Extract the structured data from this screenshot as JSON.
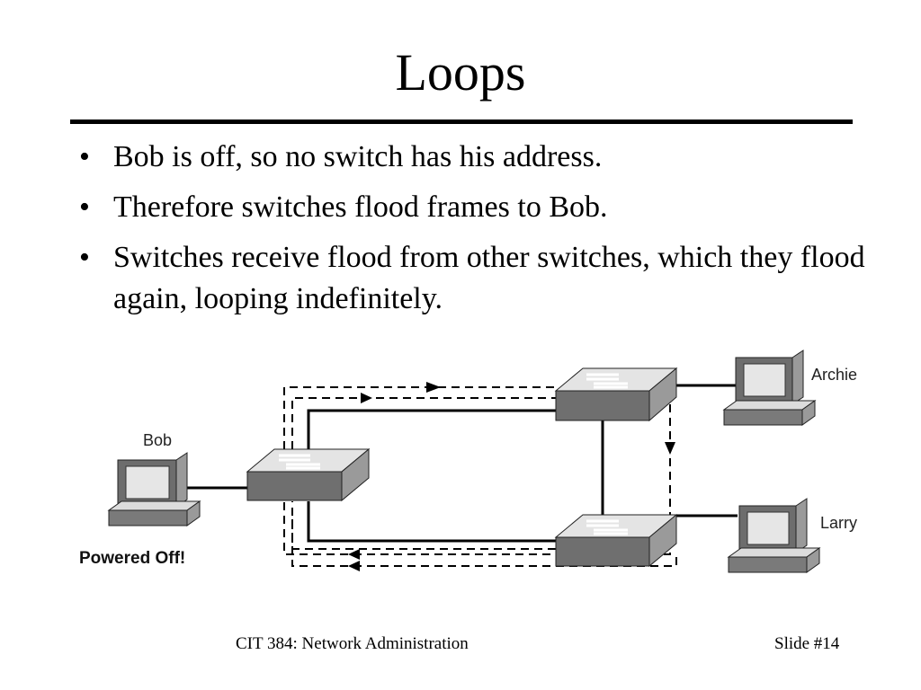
{
  "slide": {
    "title": "Loops",
    "bullets": [
      "Bob is off, so no switch has his address.",
      "Therefore switches flood frames to Bob.",
      "Switches receive flood from other switches, which they flood again, looping indefinitely."
    ],
    "footer_left": "CIT 384: Network Administration",
    "footer_right": "Slide #14"
  },
  "diagram": {
    "hosts": {
      "bob": {
        "label": "Bob",
        "status": "Powered Off!"
      },
      "archie": {
        "label": "Archie"
      },
      "larry": {
        "label": "Larry"
      }
    }
  }
}
